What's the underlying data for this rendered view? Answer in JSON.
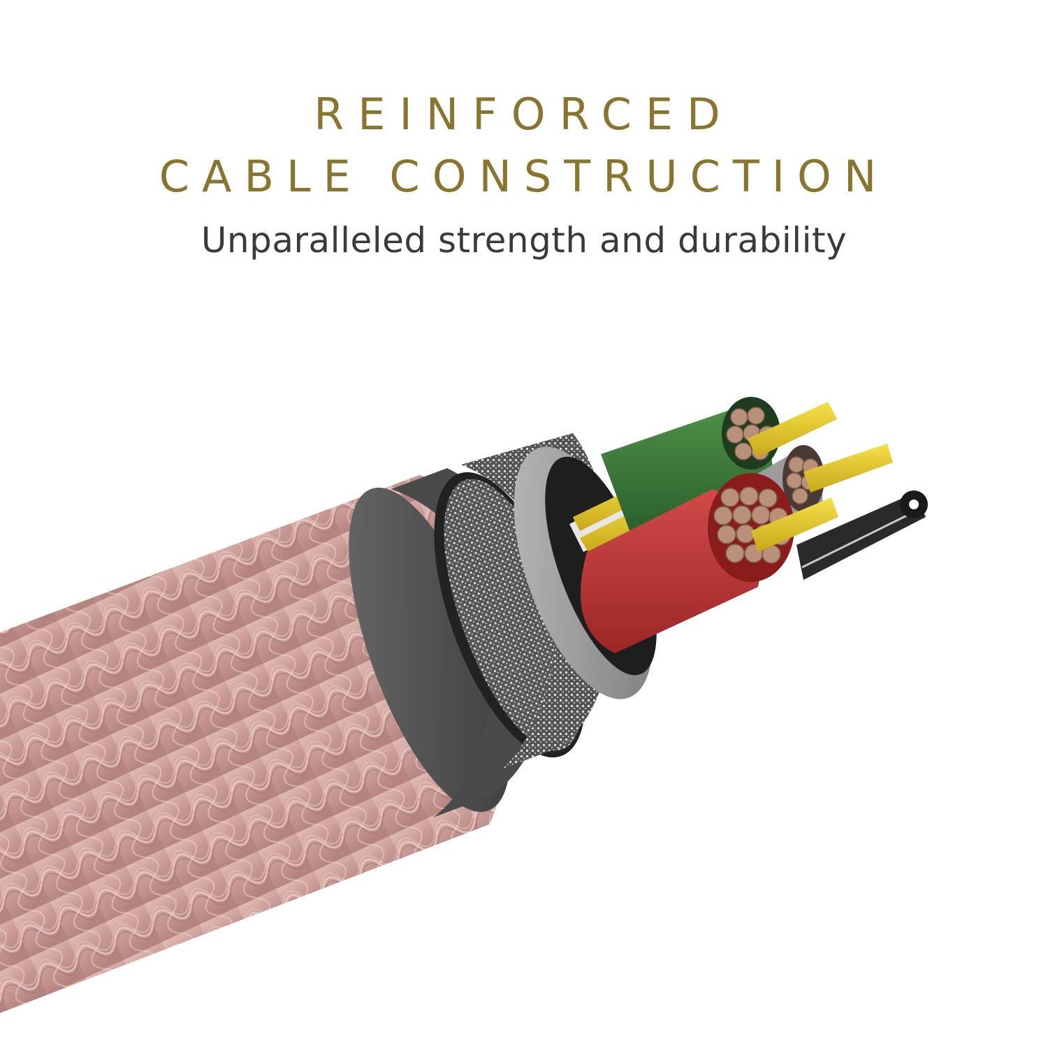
{
  "header": {
    "title_line1": "REINFORCED",
    "title_line2": "CABLE CONSTRUCTION",
    "subtitle": "Unparalleled strength and durability"
  },
  "illustration": {
    "subject": "cable cross-section",
    "layers": [
      "rose-gold braided nylon jacket",
      "dark grey outer sheath",
      "braided metal shielding",
      "grey inner sheath",
      "twisted aramid/yellow strength core",
      "green insulated copper conductor",
      "grey insulated copper conductor",
      "red insulated copper conductor",
      "black steel strand core"
    ]
  },
  "colors": {
    "title": "#8a7530",
    "subtitle": "#3a3a3a",
    "jacket": "#c99a95",
    "outer_sheath": "#4a4a4a",
    "shield": "#9a9a9a",
    "inner_sheath": "#8e8e8e",
    "green_wire": "#3b7a3a",
    "red_wire": "#b83232",
    "grey_wire": "#a8a8a8",
    "copper": "#b9917a",
    "yellow_strand": "#e8cc2a",
    "black_core": "#2a2a2a"
  }
}
